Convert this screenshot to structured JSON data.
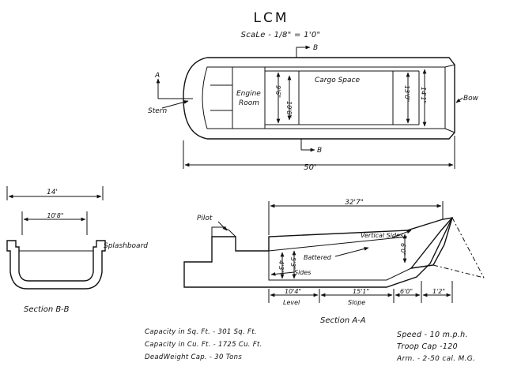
{
  "title": "LCM",
  "scale": "ScaLe - 1/8\" = 1'0\"",
  "plan": {
    "label_a": "A",
    "label_b_top": "B",
    "label_b_bottom": "B",
    "stern": "Stern",
    "bow": "Bow",
    "engine_room_1": "Engine",
    "engine_room_2": "Room",
    "cargo_space": "Cargo Space",
    "dim_engine_outer": "9'6\"",
    "dim_engine_inner": "10'8\"",
    "dim_cargo_outer": "13'0\"",
    "dim_cargo_inner": "14'1\"",
    "overall_length": "50'"
  },
  "section_bb": {
    "title": "Section B-B",
    "width_outer": "14'",
    "width_inner": "10'8\"",
    "splashboard": "Splashboard"
  },
  "section_aa": {
    "title": "Section A-A",
    "pilot": "Pilot",
    "vertical_sides": "Vertical Sides",
    "battered": "Battered",
    "sides": "Sides",
    "overall": "32'7\"",
    "dim_level": "10'4\"",
    "level": "Level",
    "dim_slope": "15'1\"",
    "slope": "Slope",
    "dim_ramp": "6'0\"",
    "dim_end": "1'2\"",
    "depth_a": "4'3\"",
    "depth_b": "5'3\"",
    "depth_c": "6'0\""
  },
  "specs_left": [
    "Capacity in Sq. Ft. - 301  Sq. Ft.",
    "Capacity in Cu. Ft. - 1725 Cu. Ft.",
    "DeadWeight Cap. - 30 Tons"
  ],
  "specs_right": [
    "Speed - 10 m.p.h.",
    "Troop Cap -120",
    "Arm. - 2-50 cal. M.G."
  ]
}
